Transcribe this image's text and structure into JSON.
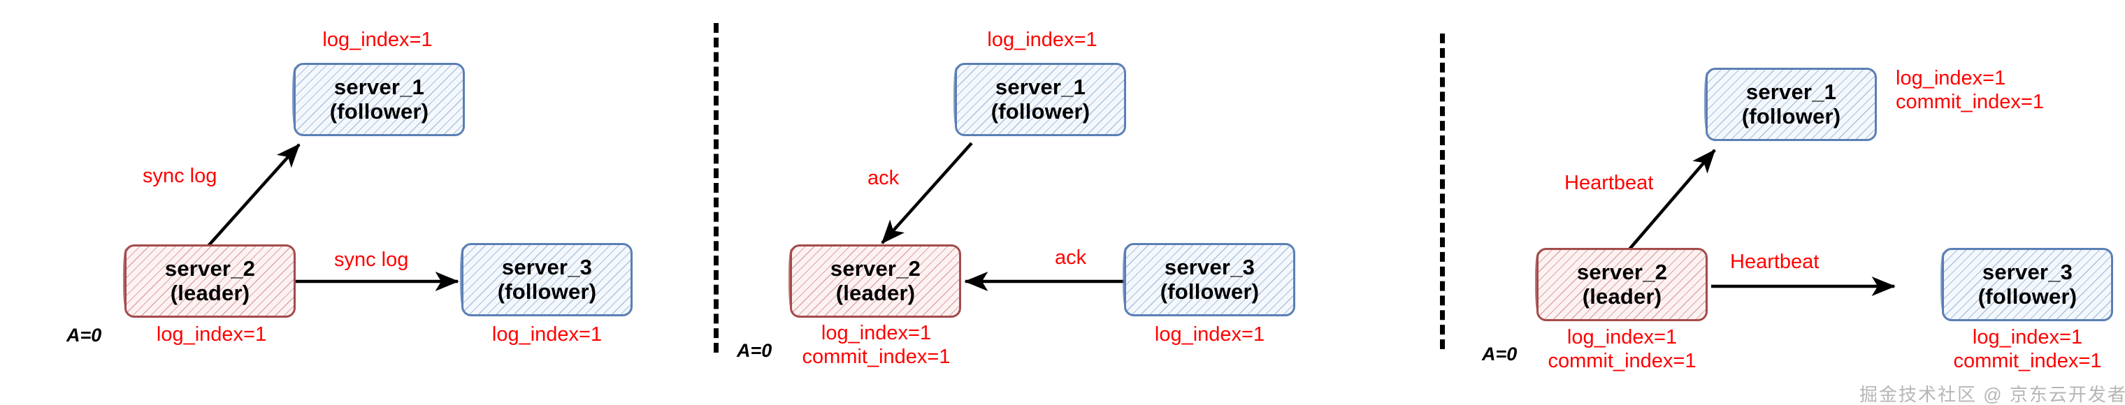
{
  "diagram": {
    "title": "Raft log replication — three stage sequence",
    "colors": {
      "label_red": "#ff0000",
      "leader_stroke": "#a44b4b",
      "leader_fill": "#fdf2f2",
      "follower_stroke": "#5b7fb4",
      "follower_fill": "#f4f8fc",
      "arrow": "#000000",
      "divider": "#000000",
      "watermark": "#b6b6b6"
    },
    "watermark": "掘金技术社区 @ 京东云开发者"
  },
  "panels": [
    {
      "id": "panel-1",
      "stage": "sync log",
      "state_label": "A=0",
      "nodes": [
        {
          "id": "server_1",
          "name": "server_1",
          "role": "(follower)",
          "type": "follower"
        },
        {
          "id": "server_2",
          "name": "server_2",
          "role": "(leader)",
          "type": "leader"
        },
        {
          "id": "server_3",
          "name": "server_3",
          "role": "(follower)",
          "type": "follower"
        }
      ],
      "node_labels": {
        "server_1": [
          "log_index=1"
        ],
        "server_2": [
          "log_index=1"
        ],
        "server_3": [
          "log_index=1"
        ]
      },
      "edges": [
        {
          "from": "server_2",
          "to": "server_1",
          "label": "sync log"
        },
        {
          "from": "server_2",
          "to": "server_3",
          "label": "sync log"
        }
      ]
    },
    {
      "id": "panel-2",
      "stage": "ack",
      "state_label": "A=0",
      "nodes": [
        {
          "id": "server_1",
          "name": "server_1",
          "role": "(follower)",
          "type": "follower"
        },
        {
          "id": "server_2",
          "name": "server_2",
          "role": "(leader)",
          "type": "leader"
        },
        {
          "id": "server_3",
          "name": "server_3",
          "role": "(follower)",
          "type": "follower"
        }
      ],
      "node_labels": {
        "server_1": [
          "log_index=1"
        ],
        "server_2": [
          "log_index=1",
          "commit_index=1"
        ],
        "server_3": [
          "log_index=1"
        ]
      },
      "edges": [
        {
          "from": "server_1",
          "to": "server_2",
          "label": "ack"
        },
        {
          "from": "server_3",
          "to": "server_2",
          "label": "ack"
        }
      ]
    },
    {
      "id": "panel-3",
      "stage": "Heartbeat",
      "state_label": "A=0",
      "nodes": [
        {
          "id": "server_1",
          "name": "server_1",
          "role": "(follower)",
          "type": "follower"
        },
        {
          "id": "server_2",
          "name": "server_2",
          "role": "(leader)",
          "type": "leader"
        },
        {
          "id": "server_3",
          "name": "server_3",
          "role": "(follower)",
          "type": "follower"
        }
      ],
      "node_labels": {
        "server_1": [
          "log_index=1",
          "commit_index=1"
        ],
        "server_2": [
          "log_index=1",
          "commit_index=1"
        ],
        "server_3": [
          "log_index=1",
          "commit_index=1"
        ]
      },
      "edges": [
        {
          "from": "server_2",
          "to": "server_1",
          "label": "Heartbeat"
        },
        {
          "from": "server_2",
          "to": "server_3",
          "label": "Heartbeat"
        }
      ]
    }
  ],
  "p1": {
    "s1_name": "server_1",
    "s1_role": "(follower)",
    "s1_lbl": "log_index=1",
    "s2_name": "server_2",
    "s2_role": "(leader)",
    "s2_lbl": "log_index=1",
    "s3_name": "server_3",
    "s3_role": "(follower)",
    "s3_lbl": "log_index=1",
    "edge_up": "sync log",
    "edge_right": "sync log",
    "state": "A=0"
  },
  "p2": {
    "s1_name": "server_1",
    "s1_role": "(follower)",
    "s1_lbl": "log_index=1",
    "s2_name": "server_2",
    "s2_role": "(leader)",
    "s2_lbl1": "log_index=1",
    "s2_lbl2": "commit_index=1",
    "s3_name": "server_3",
    "s3_role": "(follower)",
    "s3_lbl": "log_index=1",
    "edge_down": "ack",
    "edge_left": "ack",
    "state": "A=0"
  },
  "p3": {
    "s1_name": "server_1",
    "s1_role": "(follower)",
    "s1_lbl1": "log_index=1",
    "s1_lbl2": "commit_index=1",
    "s2_name": "server_2",
    "s2_role": "(leader)",
    "s2_lbl1": "log_index=1",
    "s2_lbl2": "commit_index=1",
    "s3_name": "server_3",
    "s3_role": "(follower)",
    "s3_lbl1": "log_index=1",
    "s3_lbl2": "commit_index=1",
    "edge_up": "Heartbeat",
    "edge_right": "Heartbeat",
    "state": "A=0"
  },
  "watermark": "掘金技术社区 @ 京东云开发者"
}
